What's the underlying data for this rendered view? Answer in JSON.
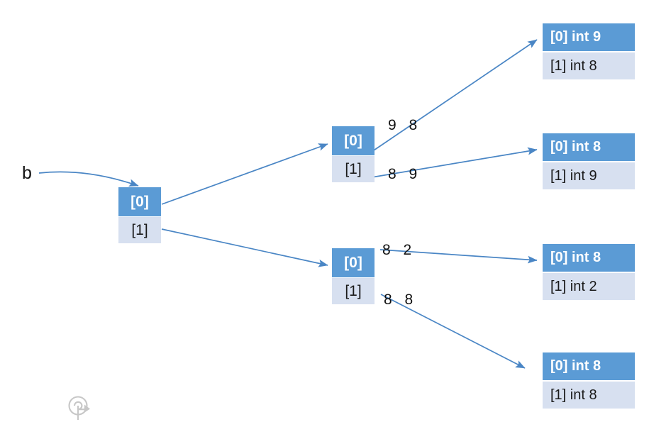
{
  "diagram": {
    "title": "binary-tree-of-int-pairs",
    "colors": {
      "node_header": "#5B9BD5",
      "node_body": "#D7E0F0",
      "edge": "#5B9BD5",
      "text_dark": "#111111",
      "text_light": "#FFFFFF"
    },
    "variable": {
      "name": "b"
    },
    "root": {
      "slot0": "[0]",
      "slot1": "[1]"
    },
    "mid_upper": {
      "slot0": "[0]",
      "slot1": "[1]"
    },
    "mid_lower": {
      "slot0": "[0]",
      "slot1": "[1]"
    },
    "leaves": [
      {
        "slot0": "[0] int 9",
        "slot1": "[1] int 8"
      },
      {
        "slot0": "[0] int 8",
        "slot1": "[1] int 9"
      },
      {
        "slot0": "[0] int 8",
        "slot1": "[1] int 2"
      },
      {
        "slot0": "[0] int 8",
        "slot1": "[1] int 8"
      }
    ],
    "edge_labels": [
      {
        "id": "mid-upper-slot0",
        "text": "9 8"
      },
      {
        "id": "mid-upper-slot1",
        "text": "8 9"
      },
      {
        "id": "mid-lower-slot0",
        "text": "8 2"
      },
      {
        "id": "mid-lower-slot1",
        "text": "8 8"
      }
    ],
    "watermark": {
      "icon": "refresh-circle-icon"
    }
  }
}
